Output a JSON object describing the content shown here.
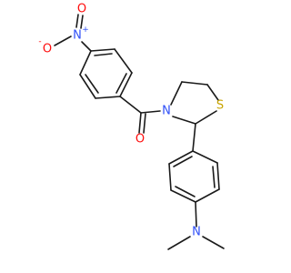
{
  "molecule": {
    "atoms": {
      "o_nitro_minus": {
        "symbol": "O",
        "charge": "-",
        "color": "#ff0d0d"
      },
      "n_nitro": {
        "symbol": "N",
        "charge": "+",
        "color": "#3050f8"
      },
      "o_nitro_double": {
        "symbol": "O",
        "charge": "",
        "color": "#ff0d0d"
      },
      "o_carbonyl": {
        "symbol": "O",
        "charge": "",
        "color": "#ff0d0d"
      },
      "n_thiazolidine": {
        "symbol": "N",
        "charge": "",
        "color": "#3050f8"
      },
      "s_thiazolidine": {
        "symbol": "S",
        "charge": "",
        "color": "#c8a400"
      },
      "n_dimethylamino": {
        "symbol": "N",
        "charge": "",
        "color": "#3050f8"
      }
    }
  }
}
